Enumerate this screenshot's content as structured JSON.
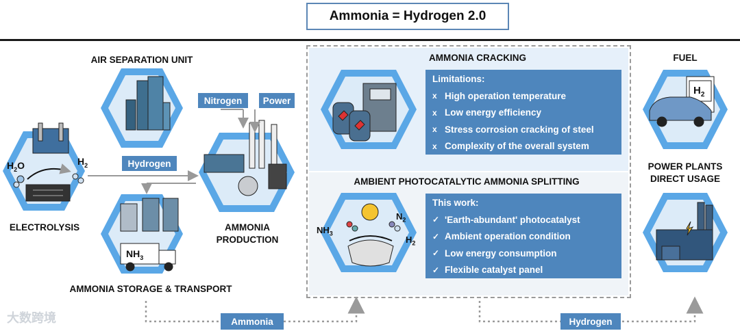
{
  "title": "Ammonia = Hydrogen 2.0",
  "left": {
    "air_separation_label": "AIR SEPARATION UNIT",
    "electrolysis_label": "ELECTROLYSIS",
    "production_label_1": "AMMONIA",
    "production_label_2": "PRODUCTION",
    "storage_label": "AMMONIA STORAGE & TRANSPORT",
    "nitrogen_tag": "Nitrogen",
    "power_tag": "Power",
    "hydrogen_tag": "Hydrogen",
    "h2o": "H",
    "h2o_sub": "2",
    "h2o_end": "O",
    "h2": "H",
    "h2_sub": "2",
    "truck_nh": "NH",
    "truck_sub": "3"
  },
  "cracking": {
    "title": "AMMONIA CRACKING",
    "header": "Limitations:",
    "marker": "x",
    "items": [
      "High operation temperature",
      "Low energy efficiency",
      "Stress corrosion cracking of steel",
      "Complexity of the overall system"
    ]
  },
  "splitting": {
    "title": "AMBIENT PHOTOCATALYTIC AMMONIA SPLITTING",
    "header": "This work:",
    "marker": "✓",
    "items": [
      "'Earth-abundant' photocatalyst",
      "Ambient operation condition",
      "Low energy consumption",
      "Flexible catalyst panel"
    ],
    "nh3": "NH",
    "nh3_sub": "3",
    "n2": "N",
    "n2_sub": "2",
    "h2": "H",
    "h2_sub": "2"
  },
  "right": {
    "fuel_label": "FUEL",
    "power_label_1": "POWER PLANTS",
    "power_label_2": "DIRECT USAGE",
    "sign_h": "H",
    "sign_sub": "2"
  },
  "bottom": {
    "ammonia_tag": "Ammonia",
    "hydrogen_tag": "Hydrogen"
  },
  "watermark": "大数跨境",
  "colors": {
    "accent": "#4e86bd",
    "hex_outer": "#5aa7e6",
    "hex_inner": "#dcebf8"
  }
}
